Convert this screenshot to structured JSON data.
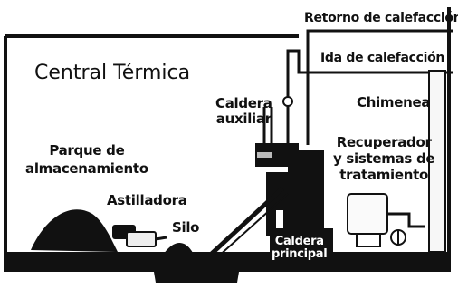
{
  "title": "Central Térmica",
  "labels": {
    "retorno": "Retorno de calefacción",
    "ida": "Ida de calefacción",
    "chimenea": "Chimenea",
    "caldera_auxiliar": [
      "Caldera",
      "auxiliar"
    ],
    "recuperador": [
      "Recuperador",
      "y sistemas de",
      "tratamiento"
    ],
    "parque": [
      "Parque de",
      "almacenamiento"
    ],
    "astilladora": "Astilladora",
    "silo": "Silo",
    "caldera_principal": [
      "Caldera",
      "principal"
    ]
  },
  "colors": {
    "frame": "#111111",
    "ground": "#111111",
    "fill_light": "#f2f2f2",
    "text": "#111111"
  }
}
